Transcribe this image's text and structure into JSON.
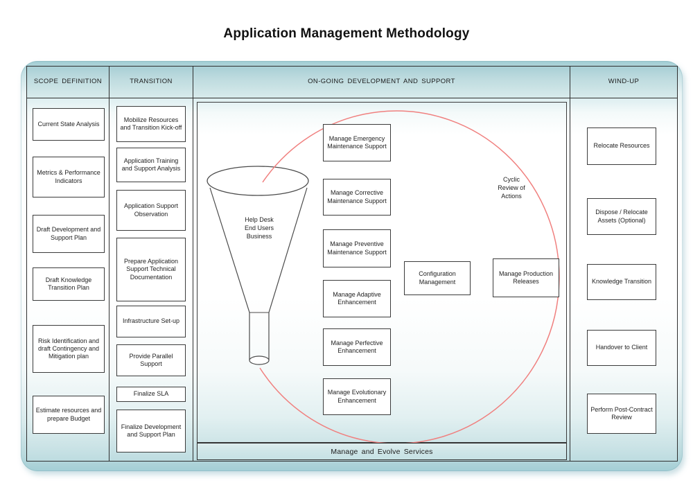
{
  "title": "Application Management Methodology",
  "colors": {
    "accent_red": "#f0807f",
    "header_teal": "#bcdade",
    "panel_teal": "#a3ced5",
    "line": "#2e2e2e"
  },
  "columns": {
    "scope": {
      "header": "SCOPE DEFINITION",
      "boxes": [
        "Current State Analysis",
        "Metrics & Performance Indicators",
        "Draft Development and Support Plan",
        "Draft Knowledge Transition Plan",
        "Risk Identification and draft Contingency and Mitigation plan",
        "Estimate resources and prepare Budget"
      ]
    },
    "transition": {
      "header": "TRANSITION",
      "boxes": [
        "Mobilize Resources and Transition Kick-off",
        "Application Training and Support Analysis",
        "Application Support Observation",
        "Prepare Application Support Technical Documentation",
        "Infrastructure Set-up",
        "Provide Parallel Support",
        "Finalize SLA",
        "Finalize Development and Support Plan"
      ]
    },
    "ongoing": {
      "header": "ON-GOING DEVELOPMENT AND SUPPORT",
      "funnel": {
        "lines": [
          "Help Desk",
          "End Users",
          "Business"
        ]
      },
      "cycle_label": {
        "lines": [
          "Cyclic",
          "Review of",
          "Actions"
        ]
      },
      "boxes": [
        "Manage Emergency Maintenance Support",
        "Manage Corrective Maintenance Support",
        "Manage Preventive Maintenance Support",
        "Manage Adaptive Enhancement",
        "Manage Perfective Enhancement",
        "Manage Evolutionary Enhancement"
      ],
      "side_boxes": [
        "Configuration Management",
        "Manage Production Releases"
      ],
      "footer": "Manage and Evolve Services"
    },
    "windup": {
      "header": "WIND-UP",
      "boxes": [
        "Relocate Resources",
        "Dispose / Relocate Assets (Optional)",
        "Knowledge Transition",
        "Handover to Client",
        "Perform Post-Contract Review"
      ]
    }
  }
}
